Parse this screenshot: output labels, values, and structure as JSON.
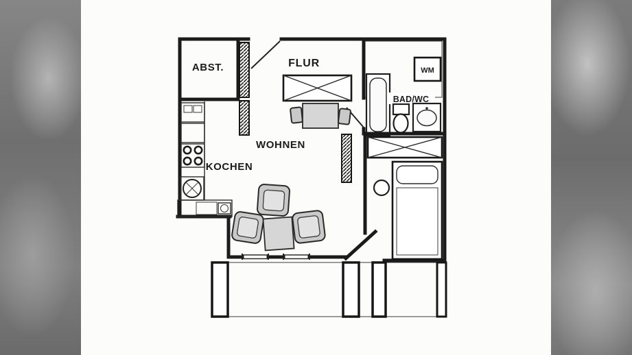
{
  "image": {
    "kind": "scanned apartment floor plan photo"
  },
  "labels": {
    "abst": "ABST.",
    "flur": "FLUR",
    "wm": "WM",
    "bad_wc": "BAD/WC",
    "wohnen": "WOHNEN",
    "kochen": "KOCHEN"
  },
  "colors": {
    "ink": "#1b1b1b",
    "paper": "#fcfcfb",
    "furniture": "#c9c9c9",
    "edge": "#7a7a7a"
  }
}
